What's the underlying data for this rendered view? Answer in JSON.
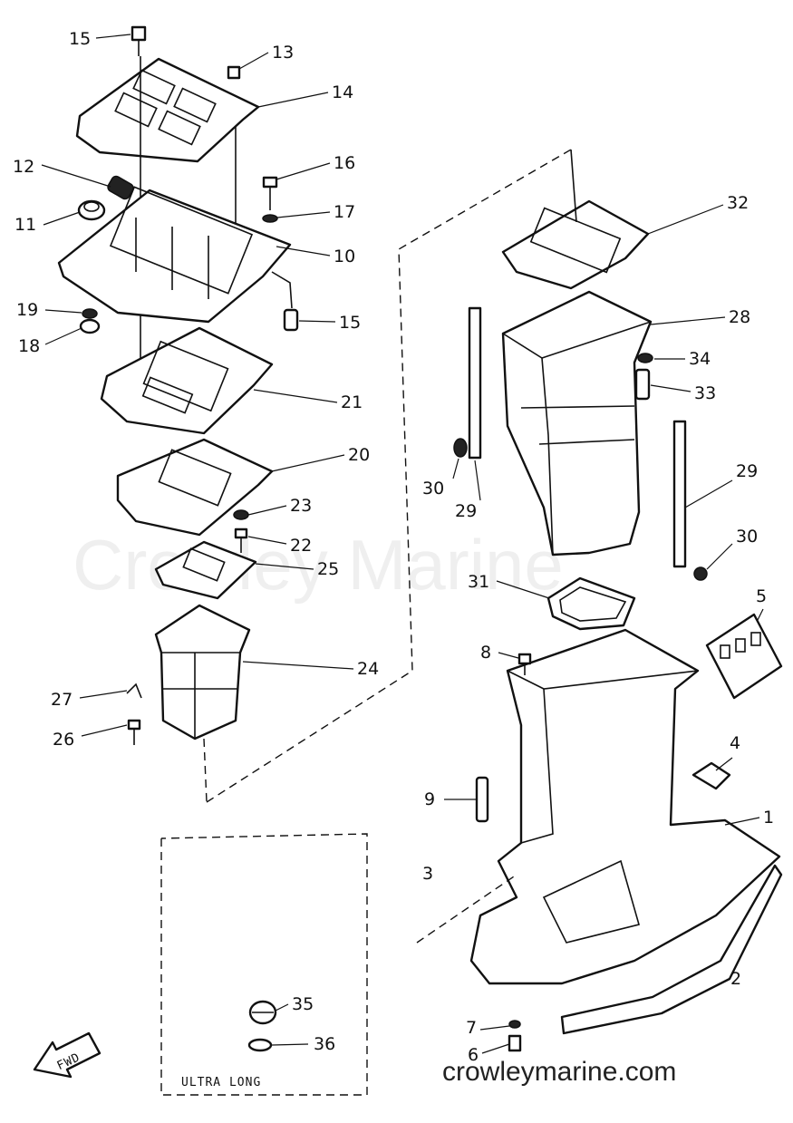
{
  "watermark": "Crowley Marine",
  "site_url": "crowleymarine.com",
  "inset_label": "ULTRA LONG",
  "fwd_label": "FWD",
  "callouts": {
    "c1": "1",
    "c2": "2",
    "c3": "3",
    "c4": "4",
    "c5": "5",
    "c6": "6",
    "c7": "7",
    "c8": "8",
    "c9": "9",
    "c10": "10",
    "c11": "11",
    "c12": "12",
    "c13": "13",
    "c14": "14",
    "c15a": "15",
    "c15b": "15",
    "c16": "16",
    "c17": "17",
    "c18": "18",
    "c19": "19",
    "c20": "20",
    "c21": "21",
    "c22": "22",
    "c23": "23",
    "c24": "24",
    "c25": "25",
    "c26": "26",
    "c27": "27",
    "c28": "28",
    "c29a": "29",
    "c29b": "29",
    "c30a": "30",
    "c30b": "30",
    "c31": "31",
    "c32": "32",
    "c33": "33",
    "c34": "34",
    "c35": "35",
    "c36": "36"
  }
}
